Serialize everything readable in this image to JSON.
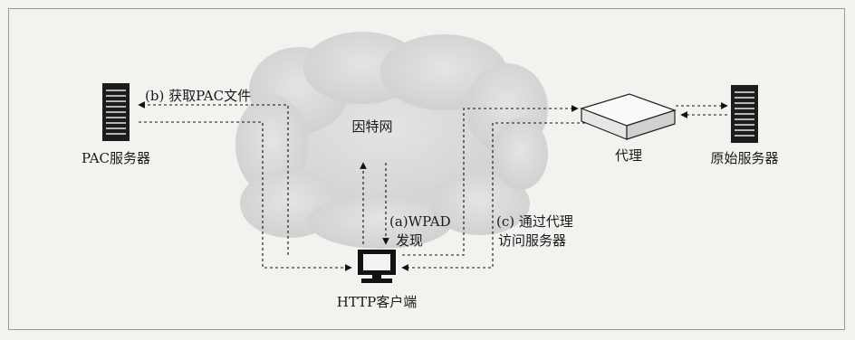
{
  "diagram": {
    "internet_label": "因特网",
    "pac_server_label": "PAC服务器",
    "proxy_label": "代理",
    "origin_server_label": "原始服务器",
    "client_label": "HTTP客户端",
    "step_b_label": "(b) 获取PAC文件",
    "step_a_line1": "(a)WPAD",
    "step_a_line2": "发现",
    "step_c_line1": "(c) 通过代理",
    "step_c_line2": "访问服务器"
  }
}
